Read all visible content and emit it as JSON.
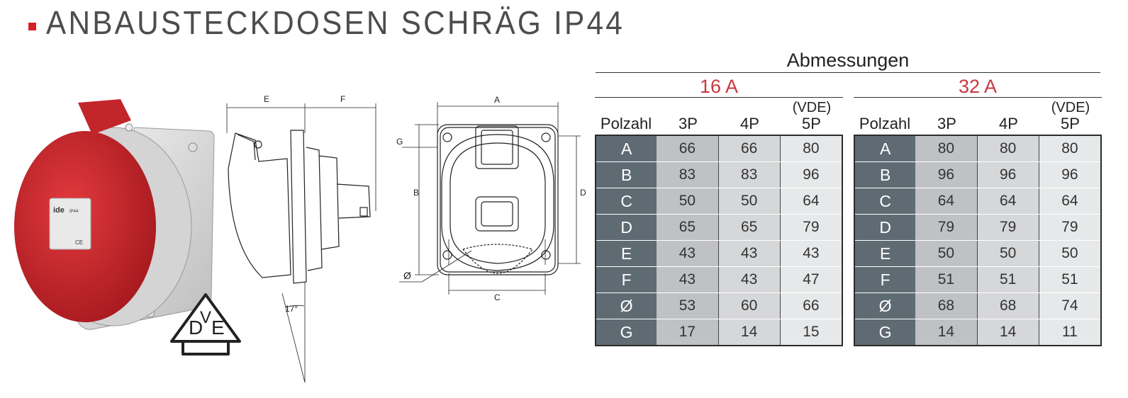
{
  "title": "ANBAUSTECKDOSEN SCHRÄG IP44",
  "dimensions_heading": "Abmessungen",
  "drawing_labels": {
    "e": "E",
    "f": "F",
    "a": "A",
    "b": "B",
    "c": "C",
    "d": "D",
    "g": "G",
    "phi": "Ø",
    "angle": "17°"
  },
  "product_label": {
    "brand": "ide",
    "rating": "IP44",
    "ce": "CE"
  },
  "vde_logo": {
    "d": "D",
    "v": "V",
    "e": "E"
  },
  "tables": [
    {
      "heading": "16 A",
      "vde_note": "(VDE)",
      "columns": [
        "Polzahl",
        "3P",
        "4P",
        "5P"
      ],
      "rows": [
        {
          "key": "A",
          "v": [
            "66",
            "66",
            "80"
          ]
        },
        {
          "key": "B",
          "v": [
            "83",
            "83",
            "96"
          ]
        },
        {
          "key": "C",
          "v": [
            "50",
            "50",
            "64"
          ]
        },
        {
          "key": "D",
          "v": [
            "65",
            "65",
            "79"
          ]
        },
        {
          "key": "E",
          "v": [
            "43",
            "43",
            "43"
          ]
        },
        {
          "key": "F",
          "v": [
            "43",
            "43",
            "47"
          ]
        },
        {
          "key": "Ø",
          "v": [
            "53",
            "60",
            "66"
          ]
        },
        {
          "key": "G",
          "v": [
            "17",
            "14",
            "15"
          ]
        }
      ]
    },
    {
      "heading": "32 A",
      "vde_note": "(VDE)",
      "columns": [
        "Polzahl",
        "3P",
        "4P",
        "5P"
      ],
      "rows": [
        {
          "key": "A",
          "v": [
            "80",
            "80",
            "80"
          ]
        },
        {
          "key": "B",
          "v": [
            "96",
            "96",
            "96"
          ]
        },
        {
          "key": "C",
          "v": [
            "64",
            "64",
            "64"
          ]
        },
        {
          "key": "D",
          "v": [
            "79",
            "79",
            "79"
          ]
        },
        {
          "key": "E",
          "v": [
            "50",
            "50",
            "50"
          ]
        },
        {
          "key": "F",
          "v": [
            "51",
            "51",
            "51"
          ]
        },
        {
          "key": "Ø",
          "v": [
            "68",
            "68",
            "74"
          ]
        },
        {
          "key": "G",
          "v": [
            "14",
            "14",
            "11"
          ]
        }
      ]
    }
  ],
  "colors": {
    "accent": "#d61f26",
    "amp": "#c8373f",
    "key_cell": "#5e6b73"
  }
}
